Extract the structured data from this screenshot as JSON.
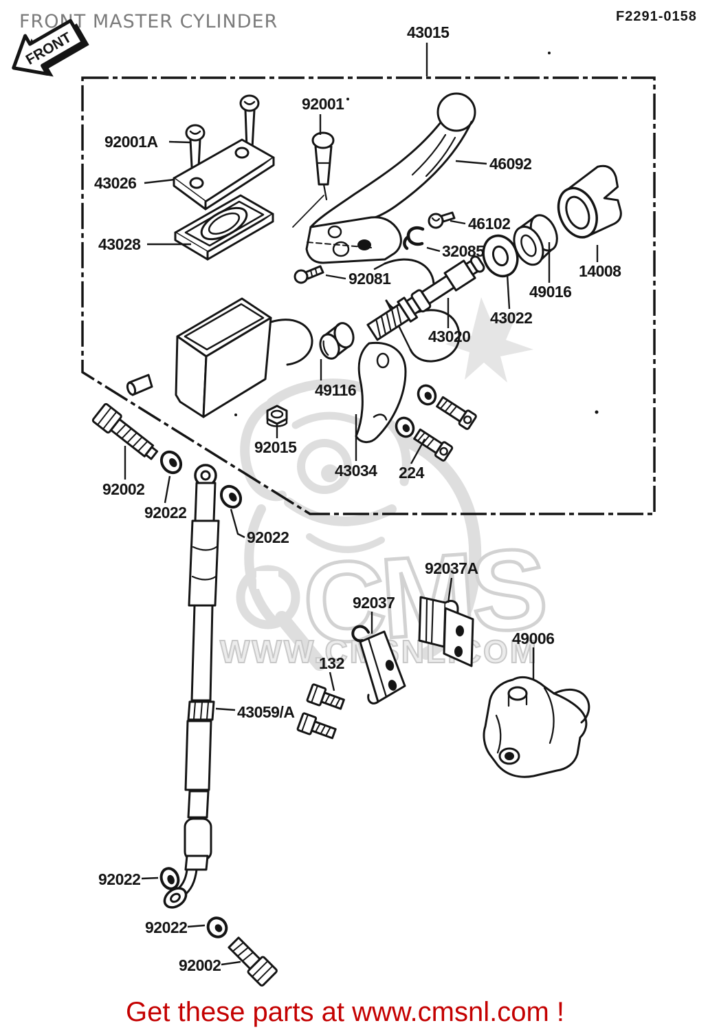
{
  "header": {
    "title": "FRONT MASTER CYLINDER",
    "front_badge": "FRONT",
    "doc_code": "F2291-0158"
  },
  "watermark": {
    "big_text": "CMS",
    "url_text": "WWW.CMSNL.COM"
  },
  "footer": {
    "text": "Get these parts at www.cmsnl.com !"
  },
  "colors": {
    "ink": "#141414",
    "title_gray": "#7b7b7b",
    "footer_red": "#c40000",
    "watermark_gray": "#dedede"
  },
  "parts": [
    {
      "label": "43015"
    },
    {
      "label": "92001"
    },
    {
      "label": "92001A"
    },
    {
      "label": "43026"
    },
    {
      "label": "43028"
    },
    {
      "label": "46092"
    },
    {
      "label": "46102"
    },
    {
      "label": "32085"
    },
    {
      "label": "92081"
    },
    {
      "label": "14008"
    },
    {
      "label": "49016"
    },
    {
      "label": "43022"
    },
    {
      "label": "43020"
    },
    {
      "label": "49116"
    },
    {
      "label": "92015"
    },
    {
      "label": "43034"
    },
    {
      "label": "224"
    },
    {
      "label": "92002"
    },
    {
      "label": "92022"
    },
    {
      "label": "92022"
    },
    {
      "label": "92037A"
    },
    {
      "label": "92037"
    },
    {
      "label": "132"
    },
    {
      "label": "49006"
    },
    {
      "label": "43059/A"
    },
    {
      "label": "92022"
    },
    {
      "label": "92022"
    },
    {
      "label": "92002"
    }
  ]
}
